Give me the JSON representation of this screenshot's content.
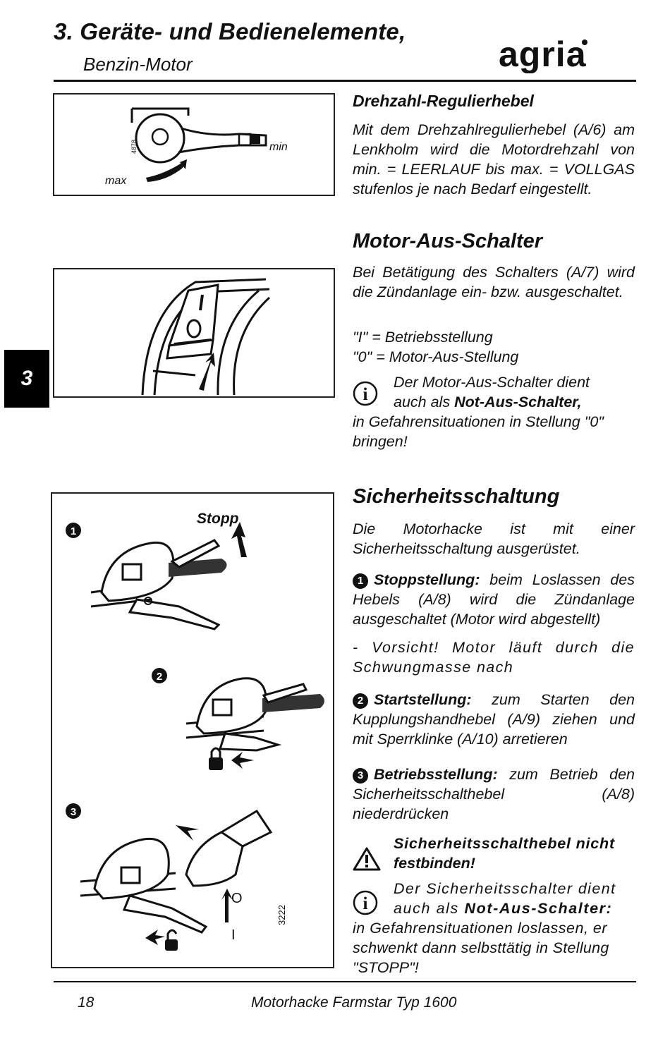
{
  "header": {
    "title": "3. Geräte- und Bedienelemente,",
    "subtitle": "Benzin-Motor",
    "logo": "agria"
  },
  "side_tab": "3",
  "section1": {
    "heading": "Drehzahl-Regulierhebel",
    "text": "Mit dem Drehzahlregulierhebel (A/6) am Lenkholm wird die Motordrehzahl von min. = LEERLAUF bis max. = VOLLGAS stufenlos je nach Bedarf eingestellt.",
    "fig_label_min": "min",
    "fig_label_max": "max",
    "fig_code": "4878"
  },
  "section2": {
    "heading": "Motor-Aus-Schalter",
    "text": "Bei Betätigung des Schalters (A/7) wird die Zündanlage ein- bzw. ausgeschaltet.",
    "pos1": "\"I\" = Betriebsstellung",
    "pos0": "\"0\" = Motor-Aus-Stellung",
    "note_line1": "Der Motor-Aus-Schalter dient",
    "note_line2_pre": "auch als ",
    "note_line2_bold": "Not-Aus-Schalter,",
    "note_line3": "in Gefahrensituationen in Stellung \"0\"",
    "note_line4": "bringen!"
  },
  "section3": {
    "heading": "Sicherheitsschaltung",
    "intro": "Die Motorhacke ist mit einer Sicherheitsschaltung ausgerüstet.",
    "step1_num": "1",
    "step1_bold": "Stoppstellung:",
    "step1_text": " beim Loslassen des Hebels (A/8) wird die Zündanlage ausgeschaltet (Motor wird abgestellt)",
    "caution": "- Vorsicht! Motor läuft durch die Schwungmasse nach",
    "step2_num": "2",
    "step2_bold": "Startstellung:",
    "step2_text": " zum Starten den Kupplungshandhebel (A/9) ziehen und mit Sperrklinke (A/10) arretieren",
    "step3_num": "3",
    "step3_bold": "Betriebsstellung:",
    "step3_text": " zum Betrieb den Sicherheitsschalthebel (A/8) niederdrücken",
    "warn_line1": "Sicherheitsschalthebel nicht",
    "warn_line2": "festbinden!",
    "note_line1": "Der Sicherheitsschalter dient",
    "note_line2_pre": "auch als ",
    "note_line2_bold": "Not-Aus-Schalter:",
    "note_line3": "in Gefahrensituationen loslassen, er",
    "note_line4": "schwenkt dann selbsttätig in Stellung",
    "note_line5": "\"STOPP\"!",
    "fig_stopp": "Stopp",
    "fig_num1": "1",
    "fig_num2": "2",
    "fig_num3": "3",
    "fig_O": "O",
    "fig_I": "I",
    "fig_code": "3222"
  },
  "footer": {
    "page": "18",
    "doc": "Motorhacke Farmstar Typ 1600"
  }
}
